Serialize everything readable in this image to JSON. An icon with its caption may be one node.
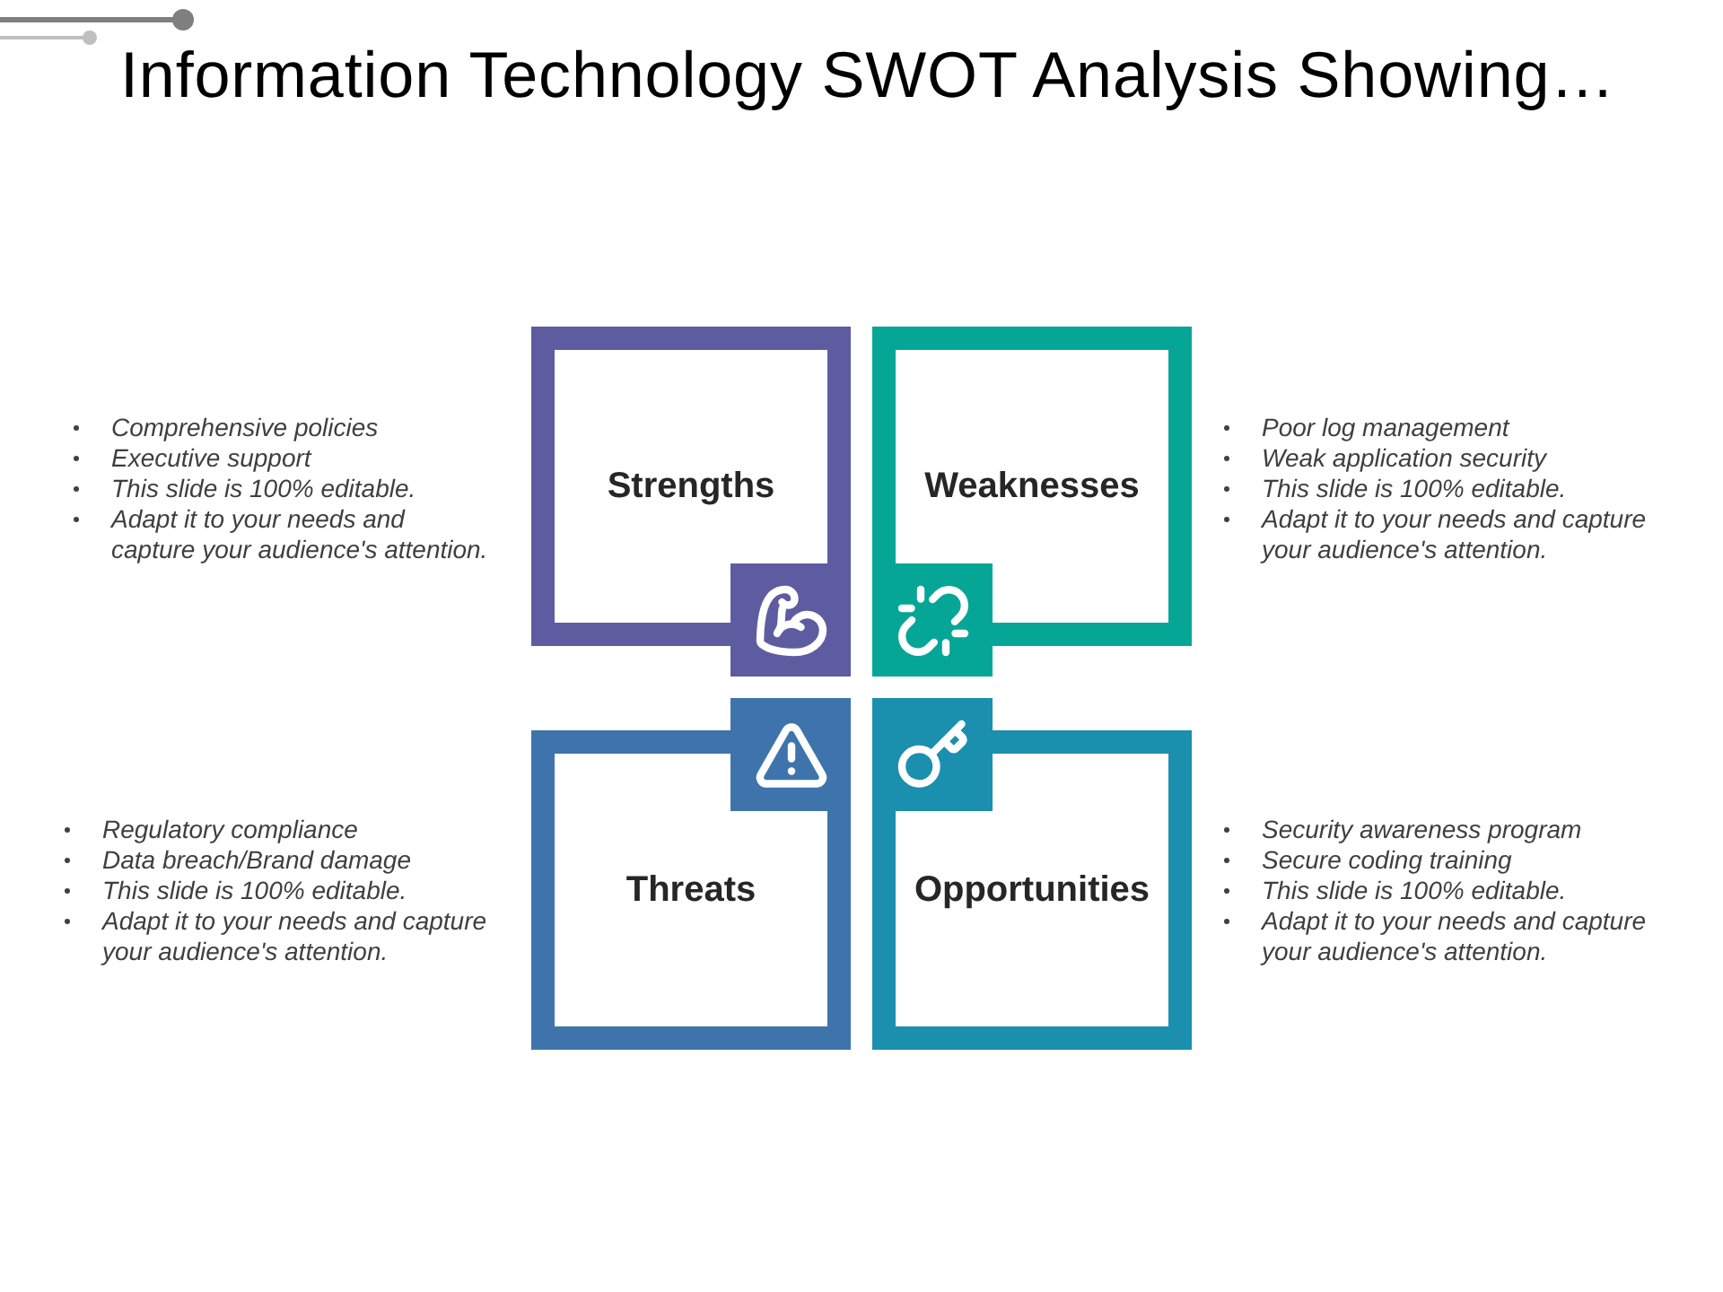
{
  "diagram": {
    "title": "Information Technology SWOT Analysis Showing…",
    "nodes": [
      {
        "text": [
          "Strengths"
        ],
        "beside": [
          "Comprehensive policies",
          "Executive support",
          "This slide is 100% editable.",
          "Adapt it to your needs and capture your audience's attention."
        ]
      },
      {
        "text": [
          "Weaknesses"
        ],
        "beside": [
          "Poor log management",
          "Weak application security",
          "This slide is 100% editable.",
          "Adapt it to your needs and capture your audience's attention."
        ]
      },
      {
        "text": [
          "Threats"
        ],
        "beside": [
          "Regulatory compliance",
          "Data breach/Brand damage",
          "This slide is 100% editable.",
          "Adapt it to your needs and capture your audience's attention."
        ]
      },
      {
        "text": [
          "Opportunities"
        ],
        "beside": [
          "Security awareness program",
          "Secure coding training",
          "This slide is 100% editable.",
          "Adapt it to your needs and capture your audience's attention."
        ]
      }
    ]
  }
}
